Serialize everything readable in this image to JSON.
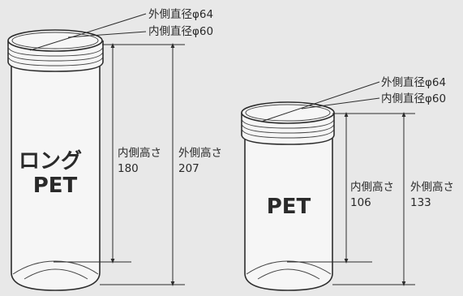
{
  "tall_container": {
    "name_line1": "ロング",
    "name_line2": "PET",
    "outer_diameter_label": "外側直径φ64",
    "inner_diameter_label": "内側直径φ60",
    "inner_height_label": "内側高さ",
    "inner_height_value": "180",
    "outer_height_label": "外側高さ",
    "outer_height_value": "207"
  },
  "short_container": {
    "name": "PET",
    "outer_diameter_label": "外側直径φ64",
    "inner_diameter_label": "内側直径φ60",
    "inner_height_label": "内側高さ",
    "inner_height_value": "106",
    "outer_height_label": "外側高さ",
    "outer_height_value": "133"
  }
}
